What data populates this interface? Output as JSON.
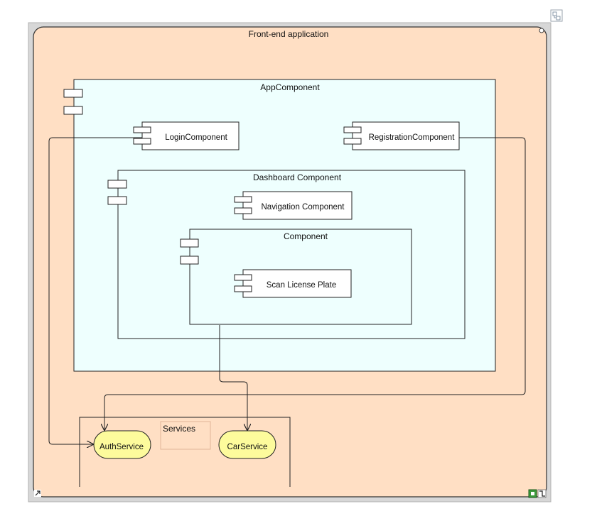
{
  "diagram": {
    "frontend": {
      "title": "Front-end application",
      "fill": "#ffdfc4"
    },
    "app_component": {
      "title": "AppComponent",
      "fill": "#eefffe"
    },
    "login_component": {
      "label": "LoginComponent"
    },
    "registration_component": {
      "label": "RegistrationComponent"
    },
    "dashboard_component": {
      "title": "Dashboard Component"
    },
    "navigation_component": {
      "label": "Navigation Component"
    },
    "component": {
      "title": "Component"
    },
    "scan_license_plate": {
      "label": "Scan License Plate"
    },
    "services": {
      "title": "Services"
    },
    "auth_service": {
      "label": "AuthService",
      "fill": "#fdfb9c"
    },
    "car_service": {
      "label": "CarService",
      "fill": "#fdfb9c"
    },
    "colors": {
      "frame_border": "#b0b0b0",
      "line": "#222222"
    }
  }
}
